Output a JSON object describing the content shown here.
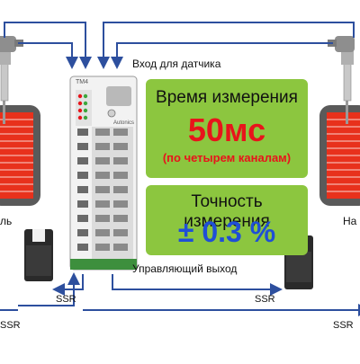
{
  "labels": {
    "sensor_input": "Вход для датчика",
    "control_output": "Управляющий выход",
    "ssr_left_inner": "SSR",
    "ssr_right_inner": "SSR",
    "ssr_left_outer": "SSR",
    "ssr_right_outer": "SSR",
    "heater_left_partial": "ль",
    "heater_right_partial": "На"
  },
  "measure_time": {
    "title": "Время измерения",
    "value": "50мс",
    "note": "(по четырем каналам)"
  },
  "accuracy": {
    "title": "Точность измерения",
    "value": "± 0.3 %"
  },
  "controller": {
    "brand_top": "TM4",
    "brand_small": "Autonics"
  },
  "colors": {
    "panel_bg": "#8cc63f",
    "time_value": "#e8141b",
    "accuracy_value": "#1f4fd6",
    "heater": "#e8311c",
    "arrow": "#2d4f9e"
  }
}
